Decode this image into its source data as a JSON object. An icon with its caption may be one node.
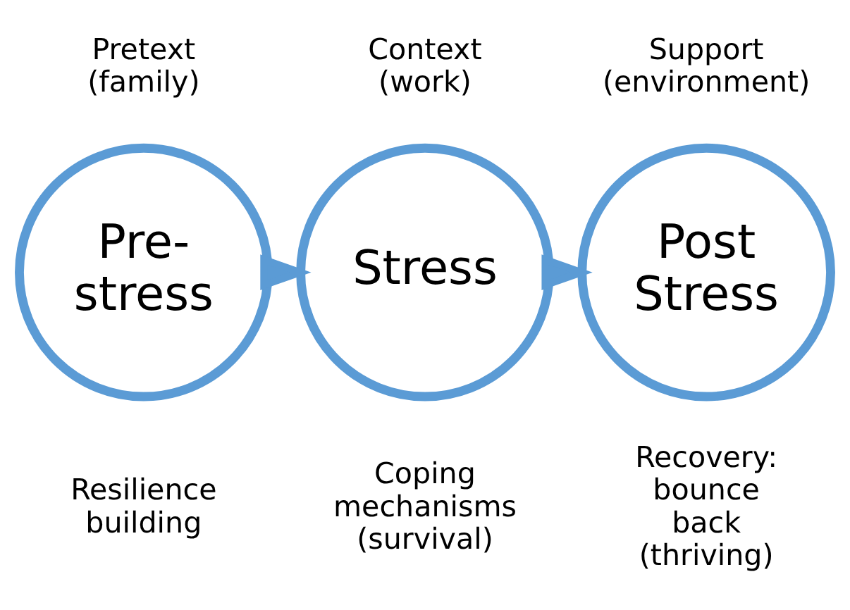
{
  "diagram": {
    "nodes": [
      {
        "text": [
          "Pre- stress"
        ],
        "beside": [
          "Pretext (family)",
          "Resilience building"
        ]
      },
      {
        "text": [
          "Stress"
        ],
        "beside": [
          "Context (work)",
          "Coping mechanisms (survival)"
        ]
      },
      {
        "text": [
          "Post Stress"
        ],
        "beside": [
          "Support (environment)",
          "Recovery: bounce back (thriving)"
        ]
      }
    ],
    "edges": [
      {
        "from": 0,
        "to": 1,
        "arrow": "to",
        "color": "#5b9bd5"
      },
      {
        "from": 1,
        "to": 2,
        "arrow": "to",
        "color": "#5b9bd5"
      }
    ]
  }
}
